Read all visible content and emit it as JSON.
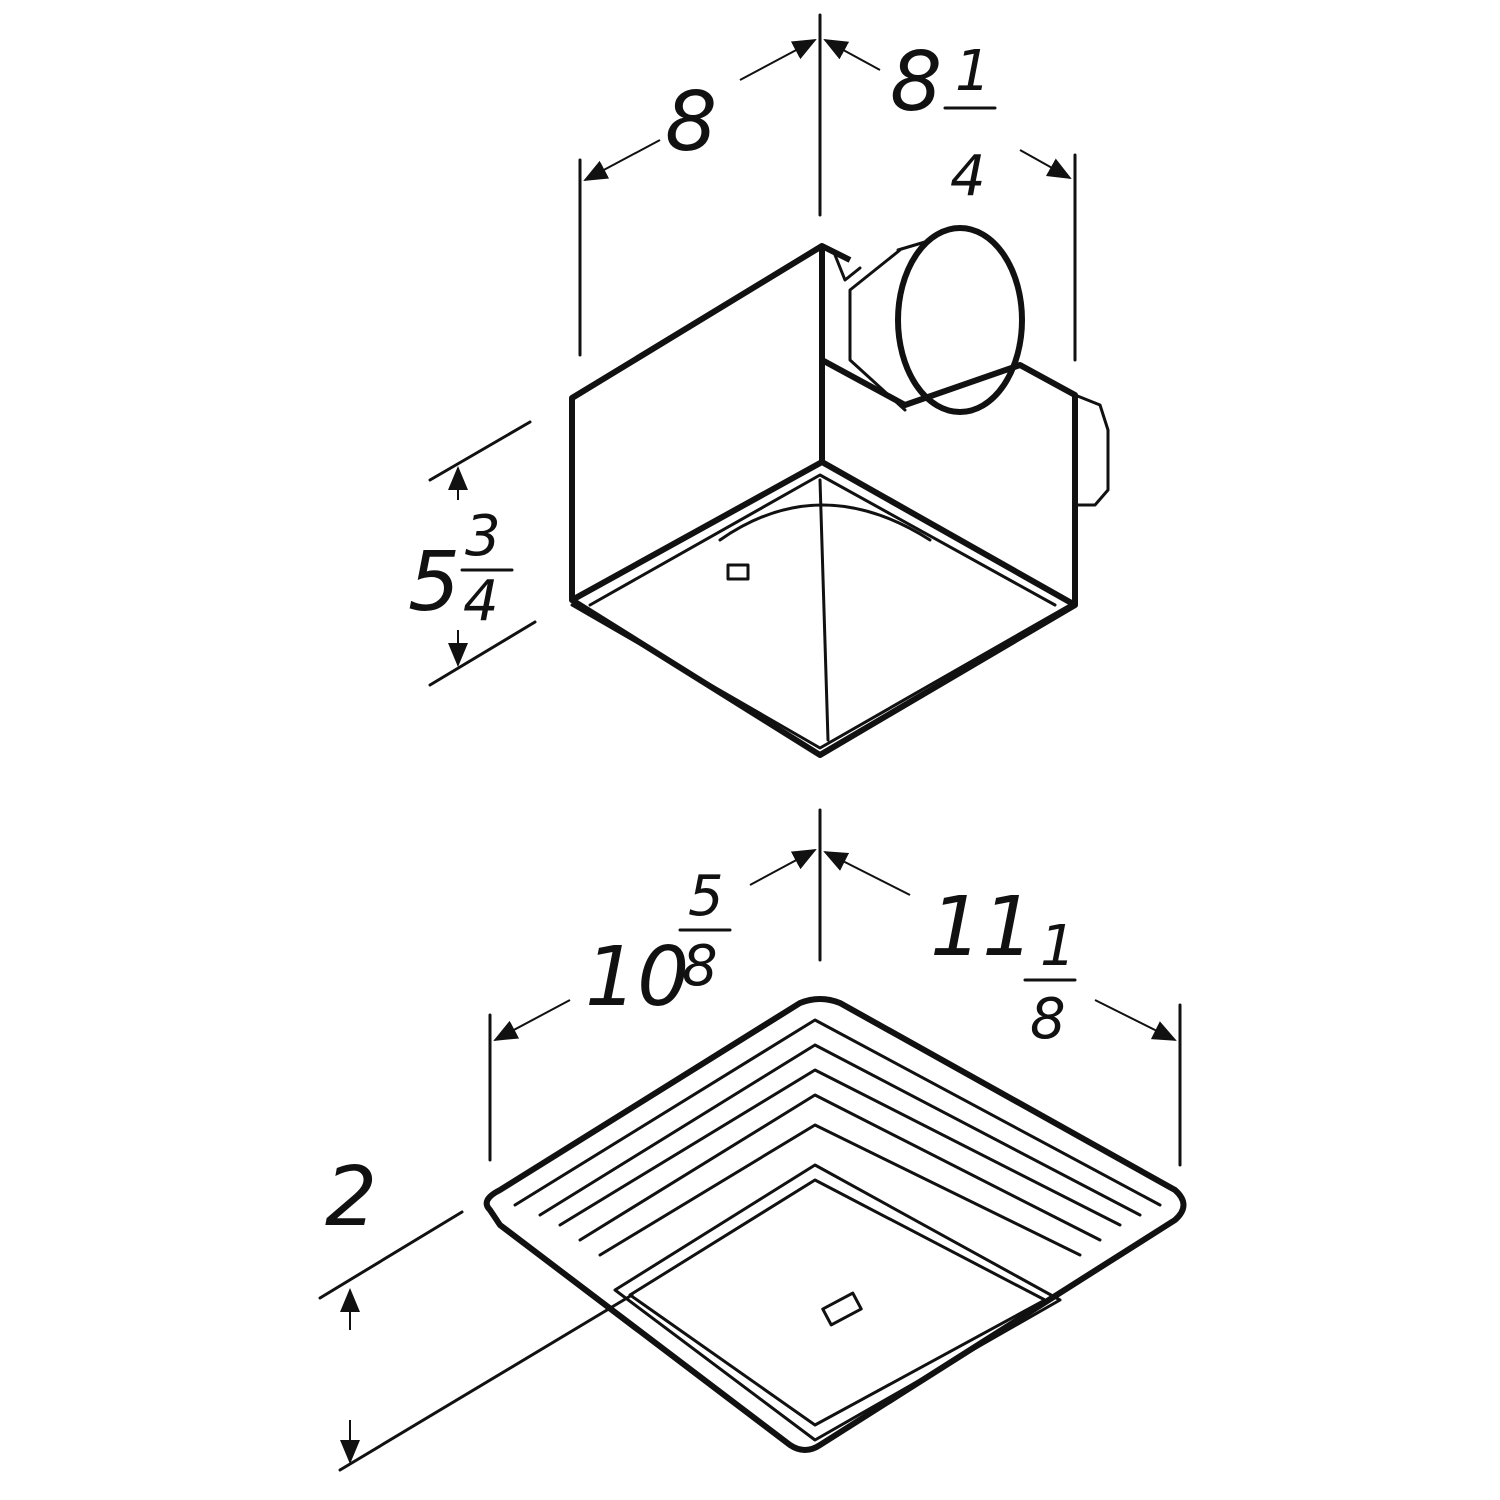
{
  "housing": {
    "width": {
      "whole": "8"
    },
    "depth": {
      "whole": "8",
      "num": "1",
      "den": "4"
    },
    "height": {
      "whole": "5",
      "num": "3",
      "den": "4"
    }
  },
  "grille": {
    "width": {
      "whole": "10",
      "num": "5",
      "den": "8"
    },
    "depth": {
      "whole": "11",
      "num": "1",
      "den": "8"
    },
    "height": {
      "whole": "2"
    }
  },
  "colors": {
    "line": "#111111",
    "background": "#ffffff"
  }
}
